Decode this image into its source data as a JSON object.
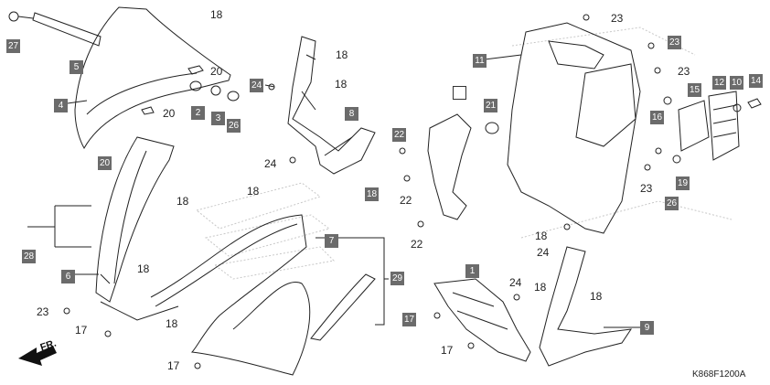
{
  "diagram": {
    "reference_code": "K868F1200A",
    "direction_label": "FR.",
    "boxed_labels": {
      "b27": "27",
      "b5": "5",
      "b4": "4",
      "b2": "2",
      "b3": "3",
      "b26a": "26",
      "b20": "20",
      "b24": "24",
      "b8": "8",
      "b18a": "18",
      "b28": "28",
      "b6": "6",
      "b7": "7",
      "b29": "29",
      "b1": "1",
      "b17a": "17",
      "b9": "9",
      "b22": "22",
      "b21": "21",
      "b11": "11",
      "b23": "23",
      "b16": "16",
      "b15": "15",
      "b12": "12",
      "b10": "10",
      "b14": "14",
      "b19": "19",
      "b26b": "26",
      "blank": ""
    },
    "plain_labels": {
      "p18a": "18",
      "p20a": "20",
      "p20b": "20",
      "p18b": "18",
      "p18c": "18",
      "p24a": "24",
      "p18d": "18",
      "p18e": "18",
      "p18f": "18",
      "p23a": "23",
      "p17a": "17",
      "p18g": "18",
      "p17b": "17",
      "p22a": "22",
      "p22b": "22",
      "p23b": "23",
      "p23c": "23",
      "p23d": "23",
      "p18h": "18",
      "p24b": "24",
      "p24c": "24",
      "p18i": "18",
      "p18j": "18",
      "p17c": "17"
    }
  }
}
